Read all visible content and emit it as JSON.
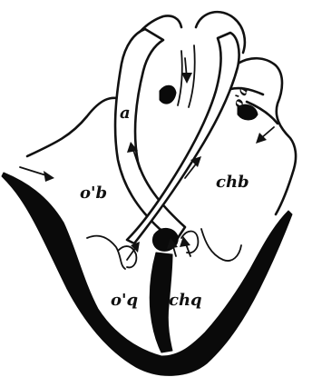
{
  "labels": {
    "right_atrium": "o'b",
    "right_ventricle": "o'q",
    "aorta": "a",
    "pulmonary_artery": "o'a",
    "left_atrium": "chb",
    "left_ventricle": "chq"
  },
  "colors": {
    "ink": "#111111",
    "background": "#ffffff"
  }
}
